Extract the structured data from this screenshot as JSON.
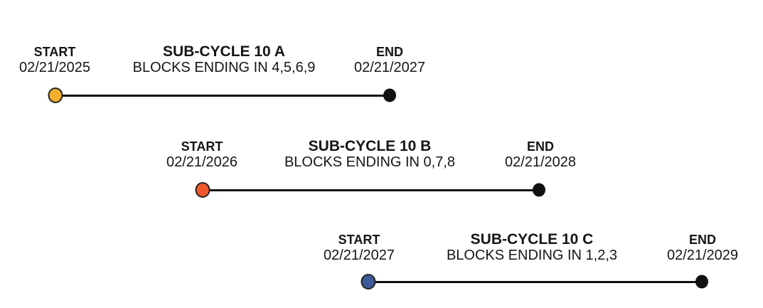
{
  "background_color": "#FFFFFF",
  "line_color": "#111111",
  "text_color": "#151515",
  "rows": [
    {
      "title": "SUB-CYCLE 10 A",
      "subtitle": "BLOCKS ENDING IN 4,5,6,9",
      "start_label": "START",
      "start_date": "02/21/2025",
      "end_label": "END",
      "end_date": "02/21/2027",
      "start_dot_color": "#F2B02E",
      "end_dot_color": "#111111"
    },
    {
      "title": "SUB-CYCLE 10 B",
      "subtitle": "BLOCKS ENDING IN 0,7,8",
      "start_label": "START",
      "start_date": "02/21/2026",
      "end_label": "END",
      "end_date": "02/21/2028",
      "start_dot_color": "#F0592B",
      "end_dot_color": "#111111"
    },
    {
      "title": "SUB-CYCLE 10 C",
      "subtitle": "BLOCKS ENDING IN 1,2,3",
      "start_label": "START",
      "start_date": "02/21/2027",
      "end_label": "END",
      "end_date": "02/21/2029",
      "start_dot_color": "#3D5A98",
      "end_dot_color": "#111111"
    }
  ]
}
